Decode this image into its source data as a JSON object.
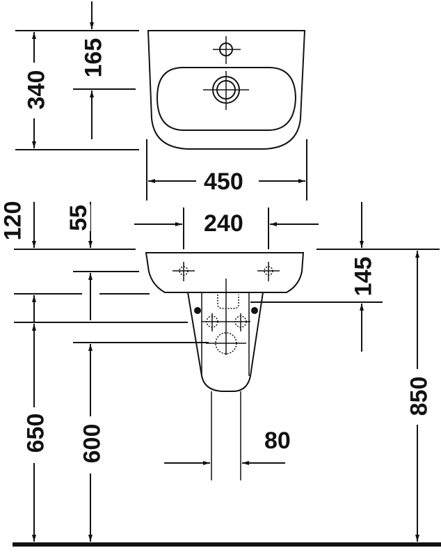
{
  "diagram": {
    "type": "technical-drawing",
    "subject": "wash basin with semi-pedestal, dimensions in mm",
    "colors": {
      "line": "#111111",
      "background": "#ffffff"
    }
  },
  "top_view": {
    "dimensions": {
      "depth": "340",
      "tap_hole_offset": "165",
      "width": "450"
    }
  },
  "front_view": {
    "dimensions": {
      "tap_hole_spacing": "240",
      "rim_to_top_fix": "120",
      "rim_to_fix": "55",
      "basin_height": "145",
      "floor_to_top_waste": "650",
      "floor_to_waste": "600",
      "rim_height": "850",
      "pedestal_gap": "80"
    }
  }
}
